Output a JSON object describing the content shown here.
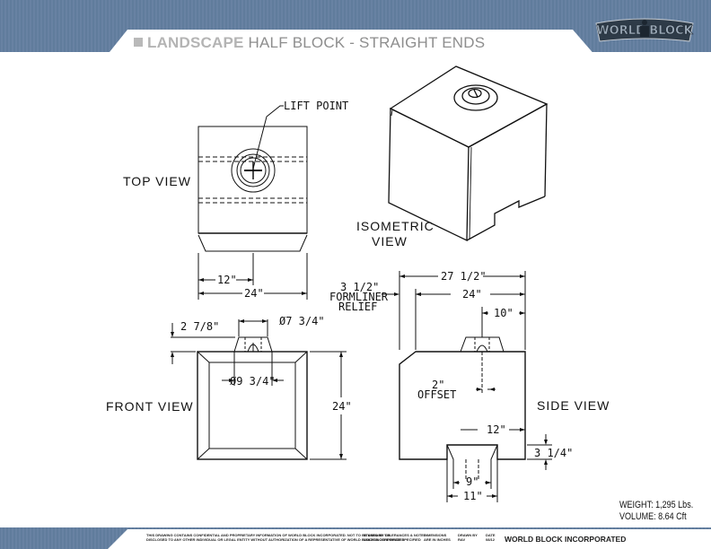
{
  "title": {
    "bold": "LANDSCAPE",
    "rest": "HALF BLOCK - STRAIGHT ENDS"
  },
  "logo": {
    "text": "WORLD BLOCK",
    "icon": "block-figure-icon"
  },
  "views": {
    "top": "TOP VIEW",
    "isometric_line1": "ISOMETRIC",
    "isometric_line2": "VIEW",
    "front": "FRONT VIEW",
    "side": "SIDE VIEW"
  },
  "labels": {
    "lift_point": "LIFT POINT",
    "top_12": "12\"",
    "top_24": "24\"",
    "front_2_7_8": "2 7/8\"",
    "front_dia_7_3_4": "Ø7 3/4\"",
    "front_dia_9_3_4": "Ø9 3/4\"",
    "front_24": "24\"",
    "side_27_1_2": "27 1/2\"",
    "side_3_1_2": "3 1/2\"",
    "side_formliner": "FORMLINER",
    "side_relief": "RELIEF",
    "side_24": "24\"",
    "side_10": "10\"",
    "side_2": "2\"",
    "side_offset": "OFFSET",
    "side_12": "12\"",
    "side_3_1_4": "3 1/4\"",
    "side_9": "9\"",
    "side_11": "11\""
  },
  "specs": {
    "weight": "WEIGHT:  1,295 Lbs.",
    "volume": "VOLUME:  8.64 Cft"
  },
  "footer": {
    "confidential_1": "THIS DRAWING CONTAINS CONFIDENTIAL AND PROPRIETARY INFORMATION OF WORLD BLOCK INCORPORATED. NOT TO BE USED BY OR",
    "confidential_2": "DISCLOSED TO ANY OTHER INDIVIDUAL OR LEGAL ENTITY WITHOUT AUTHORIZATION OF A REPRESENTATIVE OF WORLD BLOCK INCORPORATED",
    "standard_1": "STANDARD TOLERANCES & NOTES",
    "standard_2": "UNLESS OTHERWISE SPECIFIED",
    "dimensions_1": "DIMENSIONS",
    "dimensions_2": "ARE IN INCHES",
    "drawn_1": "DRAWN BY",
    "drawn_2": "RAV",
    "date_1": "DATE",
    "date_2": "08/12",
    "company": "WORLD BLOCK INCORPORATED"
  }
}
